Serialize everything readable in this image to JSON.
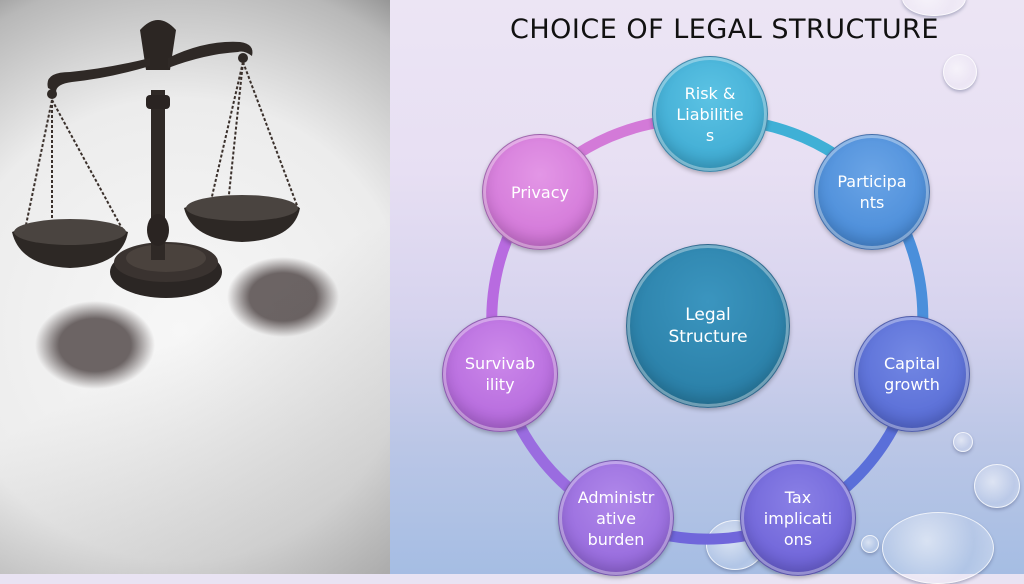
{
  "slide": {
    "title": "CHOICE OF LEGAL STRUCTURE"
  },
  "image": {
    "subject": "scales-of-justice-photo"
  },
  "diagram": {
    "center": {
      "label": "Legal Structure",
      "color": "#2e86ad"
    },
    "nodes": [
      {
        "label": "Risk &\nLiabilitie\ns",
        "color": "#3fb0d6"
      },
      {
        "label": "Participa\nnts",
        "color": "#4a8fdb"
      },
      {
        "label": "Capital\ngrowth",
        "color": "#5a6fd9"
      },
      {
        "label": "Tax\nimplicati\nons",
        "color": "#7066db"
      },
      {
        "label": "Administr\native\nburden",
        "color": "#9a6ce0"
      },
      {
        "label": "Survivab\nility",
        "color": "#b86be0"
      },
      {
        "label": "Privacy",
        "color": "#d37ad8"
      }
    ],
    "ring_colors": [
      "#3fb0d6",
      "#4a8fdb",
      "#5a6fd9",
      "#7066db",
      "#9a6ce0",
      "#b86be0",
      "#d37ad8"
    ]
  }
}
